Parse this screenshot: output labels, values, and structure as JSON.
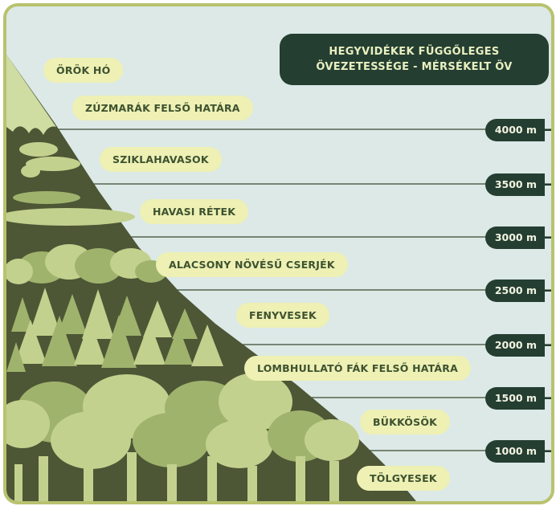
{
  "title": {
    "line1": "HEGYVIDÉKEK FÜGGŐLEGES",
    "line2": "ÖVEZETESSÉGE - MÉRSÉKELT ÖV"
  },
  "zones": [
    {
      "id": "zone-orok-ho",
      "label": "ÖRÖK HÓ"
    },
    {
      "id": "zone-zuzmarak",
      "label": "ZÚZMARÁK FELSŐ HATÁRA"
    },
    {
      "id": "zone-sziklahavasok",
      "label": "SZIKLAHAVASOK"
    },
    {
      "id": "zone-havasi-retek",
      "label": "HAVASI RÉTEK"
    },
    {
      "id": "zone-cserjek",
      "label": "ALACSONY NÖVÉSŰ CSERJÉK"
    },
    {
      "id": "zone-fenyvesek",
      "label": "FENYVESEK"
    },
    {
      "id": "zone-lombhullato",
      "label": "LOMBHULLATÓ FÁK FELSŐ HATÁRA"
    },
    {
      "id": "zone-bukkosok",
      "label": "BÜKKÖSÖK"
    },
    {
      "id": "zone-tolgyesek",
      "label": "TÖLGYESEK"
    }
  ],
  "altitudes": [
    "4000 m",
    "3500 m",
    "3000 m",
    "2500 m",
    "2000 m",
    "1500 m",
    "1000 m"
  ],
  "colors": {
    "background": "#dce9e6",
    "frame": "#b9c26e",
    "mountain": "#4d5635",
    "snow": "#cfdda2",
    "pale_green": "#c3d18e",
    "mid_green": "#9fb36d",
    "title_box": "#243e32",
    "label_fill": "#eef0b4",
    "label_text": "#3d5230"
  }
}
